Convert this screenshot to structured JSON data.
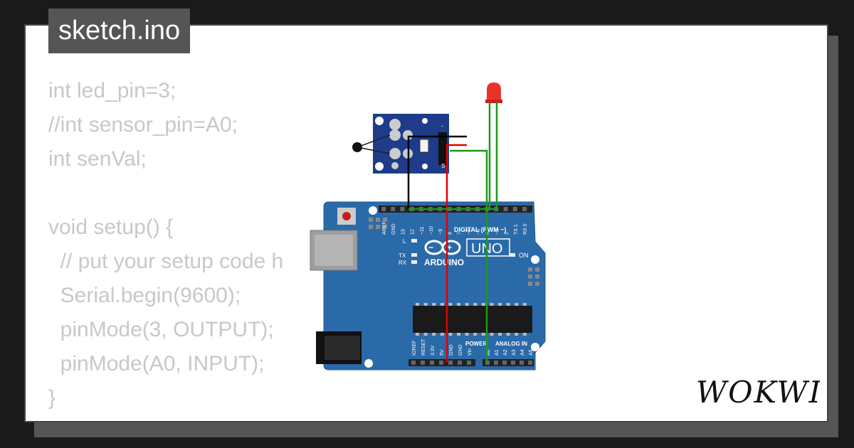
{
  "tab": {
    "filename": "sketch.ino"
  },
  "code_lines": [
    "int led_pin=3;",
    "//int sensor_pin=A0;",
    "int senVal;",
    "",
    "void setup() {",
    "  // put your setup code h",
    "  Serial.begin(9600);",
    "  pinMode(3, OUTPUT);",
    "  pinMode(A0, INPUT);",
    "}"
  ],
  "board": {
    "brand": "ARDUINO",
    "model": "UNO",
    "header_top": "DIGITAL (PWM ~)",
    "header_power": "POWER",
    "header_analog": "ANALOG IN",
    "label_on": "ON",
    "label_l": "L",
    "label_tx": "TX",
    "label_rx": "RX",
    "digital_pins": [
      "AREF",
      "GND",
      "13",
      "12",
      "~11",
      "~10",
      "~9",
      "8",
      "7",
      "~6",
      "~5",
      "4",
      "~3",
      "2",
      "TX 1",
      "RX 0"
    ],
    "power_pins": [
      "IOREF",
      "RESET",
      "3.3V",
      "5V",
      "GND",
      "GND",
      "Vin"
    ],
    "analog_pins": [
      "A0",
      "A1",
      "A2",
      "A3",
      "A4",
      "A5"
    ]
  },
  "sensor": {
    "pin_labels": [
      "-",
      "S"
    ]
  },
  "brand_logo": "WOKWI",
  "colors": {
    "board": "#2b6aa8",
    "wire_black": "#000000",
    "wire_red": "#e00000",
    "wire_green": "#1a9a1a",
    "led": "#e8332d"
  }
}
